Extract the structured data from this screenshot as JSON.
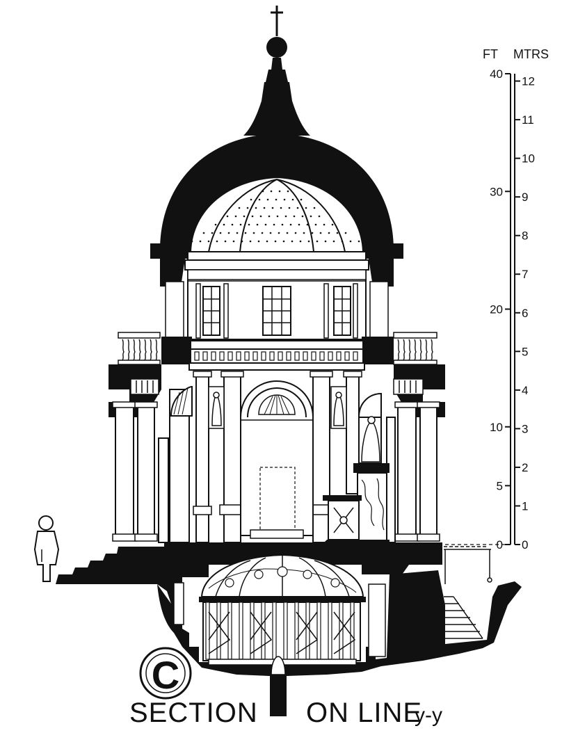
{
  "plate": {
    "letter": "C",
    "caption_main": "SECTION",
    "caption_on": "ON LINE",
    "caption_line": "y-y"
  },
  "scale": {
    "feet_header": "FT",
    "metres_header": "MTRS",
    "feet_max": 40,
    "metres_max": 12.19,
    "feet_labels": [
      "0",
      "5",
      "10",
      "20",
      "30",
      "40"
    ],
    "feet_values": [
      0,
      5,
      10,
      20,
      30,
      40
    ],
    "metre_labels": [
      "0",
      "1",
      "2",
      "3",
      "4",
      "5",
      "6",
      "7",
      "8",
      "9",
      "10",
      "11",
      "12"
    ],
    "metre_values": [
      0,
      1,
      2,
      3,
      4,
      5,
      6,
      7,
      8,
      9,
      10,
      11,
      12
    ]
  },
  "colors": {
    "ink": "#111111",
    "paper": "#ffffff"
  }
}
